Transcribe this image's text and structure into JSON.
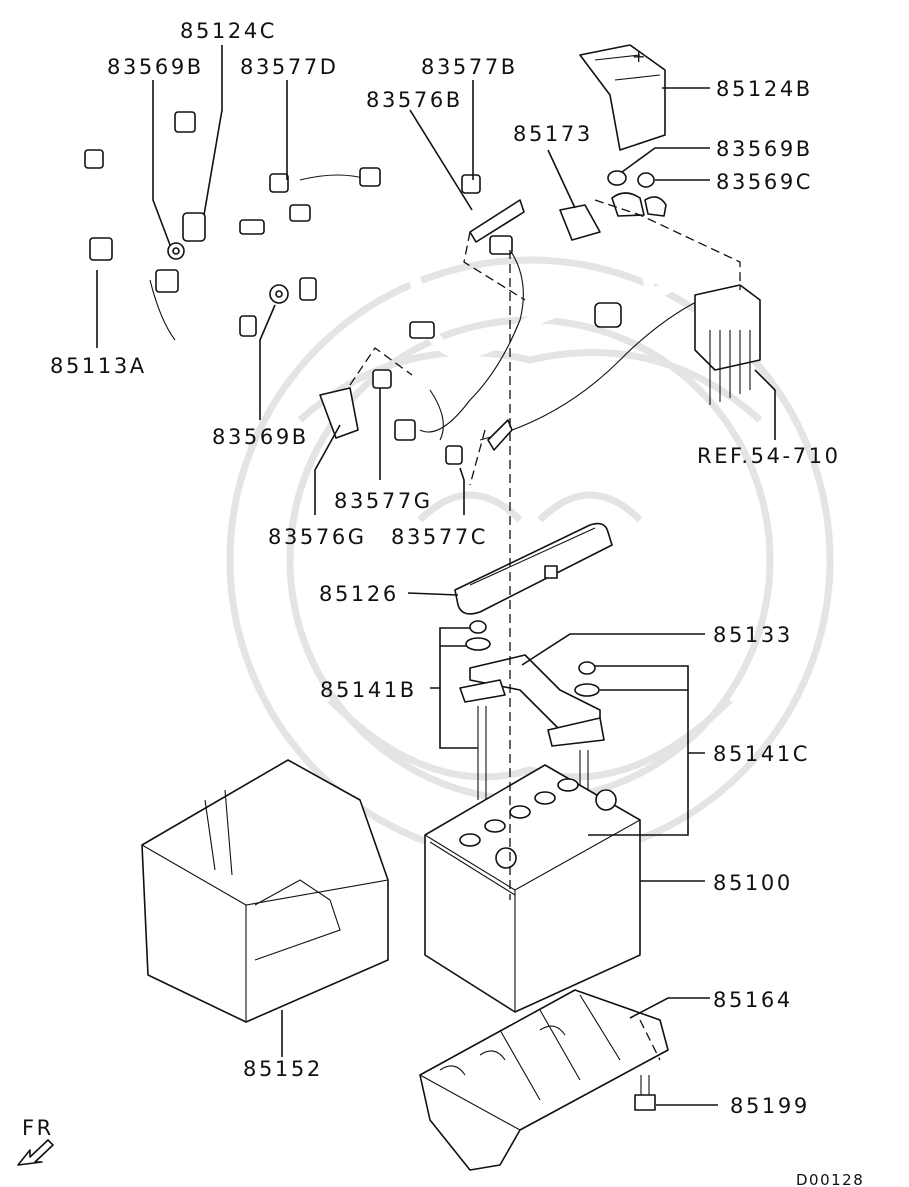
{
  "labels": {
    "p85124C": "85124C",
    "p83569B_top": "83569B",
    "p83577D": "83577D",
    "p83577B": "83577B",
    "p83576B": "83576B",
    "p85173": "85173",
    "p85124B": "85124B",
    "p83569B_right": "83569B",
    "p83569C": "83569C",
    "p85113A": "85113A",
    "p83569B_mid": "83569B",
    "ref54710": "REF.54-710",
    "p83577G": "83577G",
    "p83576G": "83576G",
    "p83577C": "83577C",
    "p85126": "85126",
    "p85133": "85133",
    "p85141B": "85141B",
    "p85141C": "85141C",
    "p85100": "85100",
    "p85164": "85164",
    "p85152": "85152",
    "p85199": "85199"
  },
  "direction": {
    "label": "FR"
  },
  "drawing_code": "D00128",
  "battery_terminal_symbol": "+"
}
